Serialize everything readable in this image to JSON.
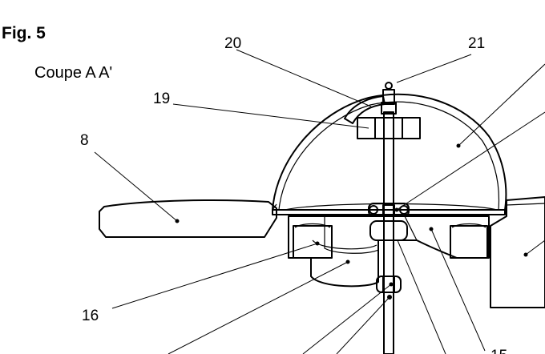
{
  "figure": {
    "title": "Fig. 5",
    "subtitle": "Coupe A A'"
  },
  "labels": {
    "l20": "20",
    "l21": "21",
    "l19": "19",
    "l8": "8",
    "l16": "16",
    "l15": "15"
  }
}
